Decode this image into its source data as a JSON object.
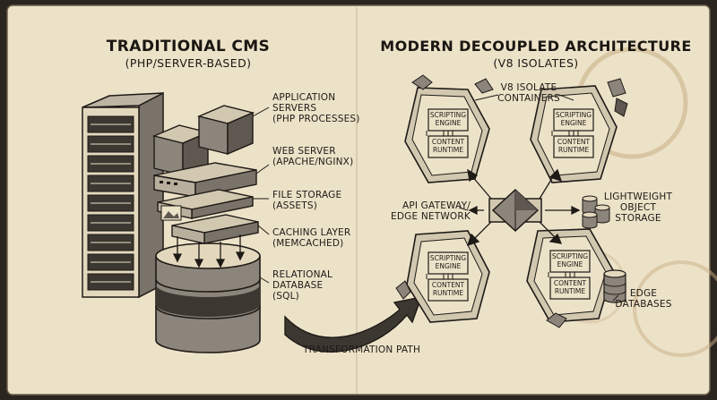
{
  "left": {
    "title": "TRADITIONAL CMS",
    "subtitle": "(PHP/SERVER-BASED)",
    "labels": {
      "app_servers": [
        "APPLICATION",
        "SERVERS",
        "(PHP PROCESSES)"
      ],
      "web_server": [
        "WEB SERVER",
        "(APACHE/NGINX)"
      ],
      "file_storage": [
        "FILE STORAGE",
        "(ASSETS)"
      ],
      "caching": [
        "CACHING LAYER",
        "(MEMCACHED)"
      ],
      "database": [
        "RELATIONAL",
        "DATABASE",
        "(SQL)"
      ]
    }
  },
  "right": {
    "title": "MODERN DECOUPLED ARCHITECTURE",
    "subtitle": "(V8 ISOLATES)",
    "labels": {
      "containers": [
        "V8 ISOLATE",
        "CONTAINERS"
      ],
      "gateway": [
        "API GATEWAY/",
        "EDGE NETWORK"
      ],
      "object_storage": [
        "LIGHTWEIGHT",
        "OBJECT",
        "STORAGE"
      ],
      "edge_db": [
        "EDGE",
        "DATABASES"
      ]
    },
    "isolate": {
      "engine": [
        "SCRIPTING",
        "ENGINE"
      ],
      "runtime": [
        "CONTENT",
        "RUNTIME"
      ]
    }
  },
  "transformation_label": "TRANSFORMATION PATH",
  "colors": {
    "paper": "#ece2c8",
    "ink": "#1e1a16",
    "shade": "#8c857b",
    "light_shade": "#d2c8b0",
    "frame": "#2b2520"
  }
}
